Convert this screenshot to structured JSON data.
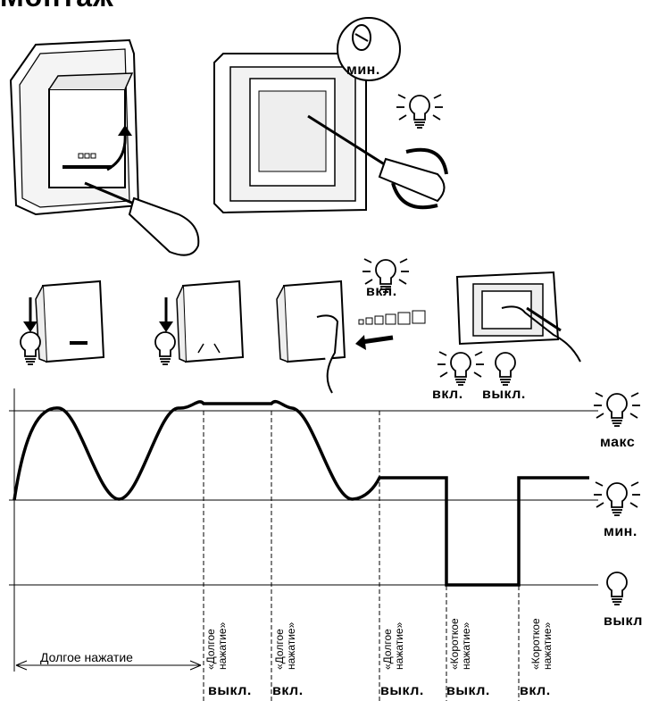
{
  "heading": "Монтаж",
  "labels": {
    "min_top": "мин.",
    "on_top": "вкл.",
    "on_bottom": "вкл.",
    "off_bottom": "выкл.",
    "max_right": "макс",
    "min_right": "мин.",
    "off_right": "выкл"
  },
  "timeline": {
    "long_press_arrow": "Долгое нажатие",
    "events": [
      {
        "line1": "«Долгое",
        "line2": "нажатие»",
        "state": "выкл."
      },
      {
        "line1": "«Долгое",
        "line2": "нажатие»",
        "state": "вкл."
      },
      {
        "line1": "«Долгое",
        "line2": "нажатие»",
        "state": "выкл."
      },
      {
        "line1": "«Короткое",
        "line2": "нажатие»",
        "state": "выкл."
      },
      {
        "line1": "«Короткое",
        "line2": "нажатие»",
        "state": "вкл."
      }
    ]
  },
  "icons": [
    "screwdriver-icon",
    "bulb-icon",
    "hand-icon",
    "rotate-arrow-icon",
    "press-arrow-icon"
  ]
}
